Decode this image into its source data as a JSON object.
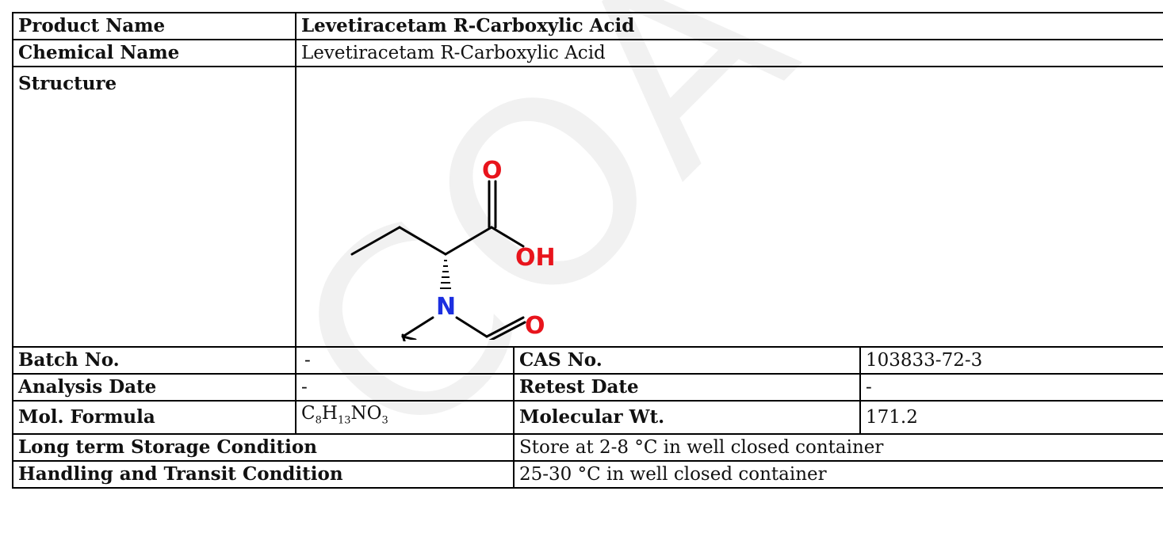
{
  "product_name_label": "Product Name",
  "product_name_value": "Levetiracetam R-Carboxylic Acid",
  "chemical_name_label": "Chemical Name",
  "chemical_name_value": "Levetiracetam R-Carboxylic Acid",
  "structure_label": "Structure",
  "structure_atoms": {
    "o_top": "O",
    "oh": "OH",
    "n": "N",
    "o_ring": "O"
  },
  "watermark_text": "COA",
  "batch_label": "Batch No.",
  "batch_value": "-",
  "cas_label": "CAS No.",
  "cas_value": "103833-72-3",
  "analysis_date_label": "Analysis Date",
  "analysis_date_value": "-",
  "retest_label": "Retest Date",
  "retest_value": "-",
  "formula_label": "Mol. Formula",
  "formula_parts": {
    "c": "C",
    "c_n": "8",
    "h": "H",
    "h_n": "13",
    "no": "NO",
    "o_n": "3"
  },
  "mw_label": "Molecular Wt.",
  "mw_value": "171.2",
  "storage_label": "Long term Storage Condition",
  "storage_value": "Store at 2-8 °C in well closed container",
  "handling_label": "Handling and Transit Condition",
  "handling_value": "25-30 °C in well closed container",
  "colors": {
    "oxygen": "#e8141c",
    "nitrogen": "#1c2fe0",
    "bond": "#000000"
  }
}
